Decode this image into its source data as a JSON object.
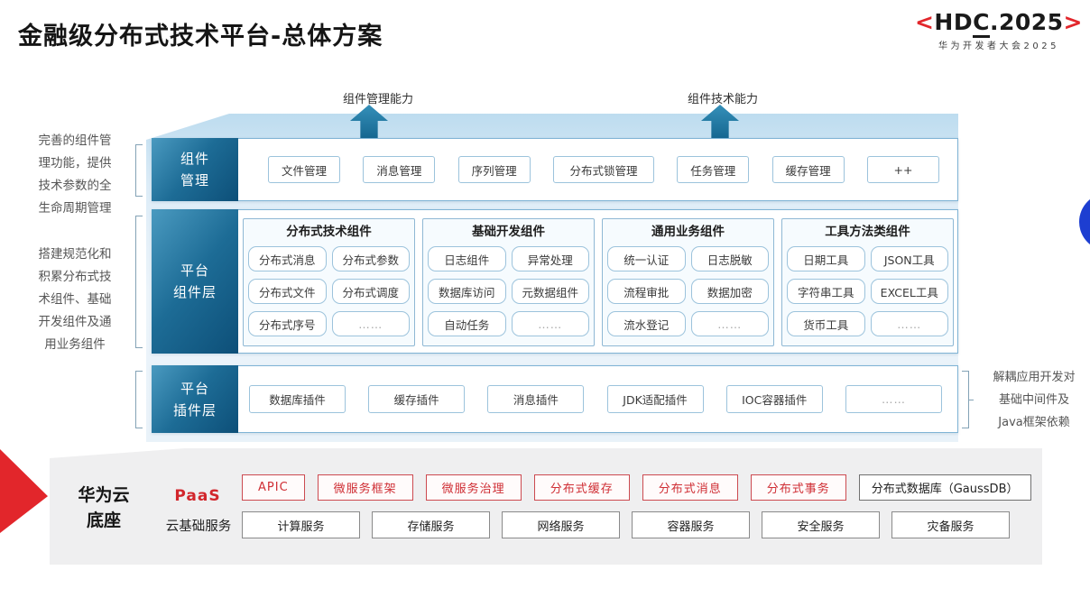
{
  "title": "金融级分布式技术平台-总体方案",
  "logo": {
    "open": "<",
    "hd": "HD",
    "c": "C",
    "rest": ".2025",
    "close": ">",
    "subtitle": "华为开发者大会2025"
  },
  "capabilities": {
    "left": "组件管理能力",
    "right": "组件技术能力"
  },
  "left_notes": {
    "note1_lines": [
      "完善的组件管",
      "理功能，提供",
      "技术参数的全",
      "生命周期管理"
    ],
    "note2_lines": [
      "搭建规范化和",
      "积累分布式技",
      "术组件、基础",
      "开发组件及通",
      "用业务组件"
    ]
  },
  "right_note_lines": [
    "解耦应用开发对",
    "基础中间件及",
    "Java框架依赖"
  ],
  "component_mgmt": {
    "label_line1": "组件",
    "label_line2": "管理",
    "items": [
      "文件管理",
      "消息管理",
      "序列管理",
      "分布式锁管理",
      "任务管理",
      "缓存管理",
      "++"
    ]
  },
  "platform_components": {
    "label_line1": "平台",
    "label_line2": "组件层",
    "groups": [
      {
        "title": "分布式技术组件",
        "items": [
          "分布式消息",
          "分布式参数",
          "分布式文件",
          "分布式调度",
          "分布式序号",
          "……"
        ]
      },
      {
        "title": "基础开发组件",
        "items": [
          "日志组件",
          "异常处理",
          "数据库访问",
          "元数据组件",
          "自动任务",
          "……"
        ]
      },
      {
        "title": "通用业务组件",
        "items": [
          "统一认证",
          "日志脱敏",
          "流程审批",
          "数据加密",
          "流水登记",
          "……"
        ]
      },
      {
        "title": "工具方法类组件",
        "items": [
          "日期工具",
          "JSON工具",
          "字符串工具",
          "EXCEL工具",
          "货币工具",
          "……"
        ]
      }
    ]
  },
  "platform_plugins": {
    "label_line1": "平台",
    "label_line2": "插件层",
    "items": [
      "数据库插件",
      "缓存插件",
      "消息插件",
      "JDK适配插件",
      "IOC容器插件",
      "……"
    ]
  },
  "foundation": {
    "label_line1": "华为云",
    "label_line2": "底座",
    "paas_label": "PaaS",
    "paas_items": [
      "APIC",
      "微服务框架",
      "微服务治理",
      "分布式缓存",
      "分布式消息",
      "分布式事务"
    ],
    "paas_db": "分布式数据库（GaussDB）",
    "iaas_label": "云基础服务",
    "iaas_items": [
      "计算服务",
      "存储服务",
      "网络服务",
      "容器服务",
      "安全服务",
      "灾备服务"
    ]
  },
  "colors": {
    "accent_red": "#E2262B",
    "deep_blue": "#0D4F78",
    "band_blue": "#BDDCEF",
    "chip_border_blue": "#9CC3DC",
    "royal_blue": "#1D3ED1"
  }
}
